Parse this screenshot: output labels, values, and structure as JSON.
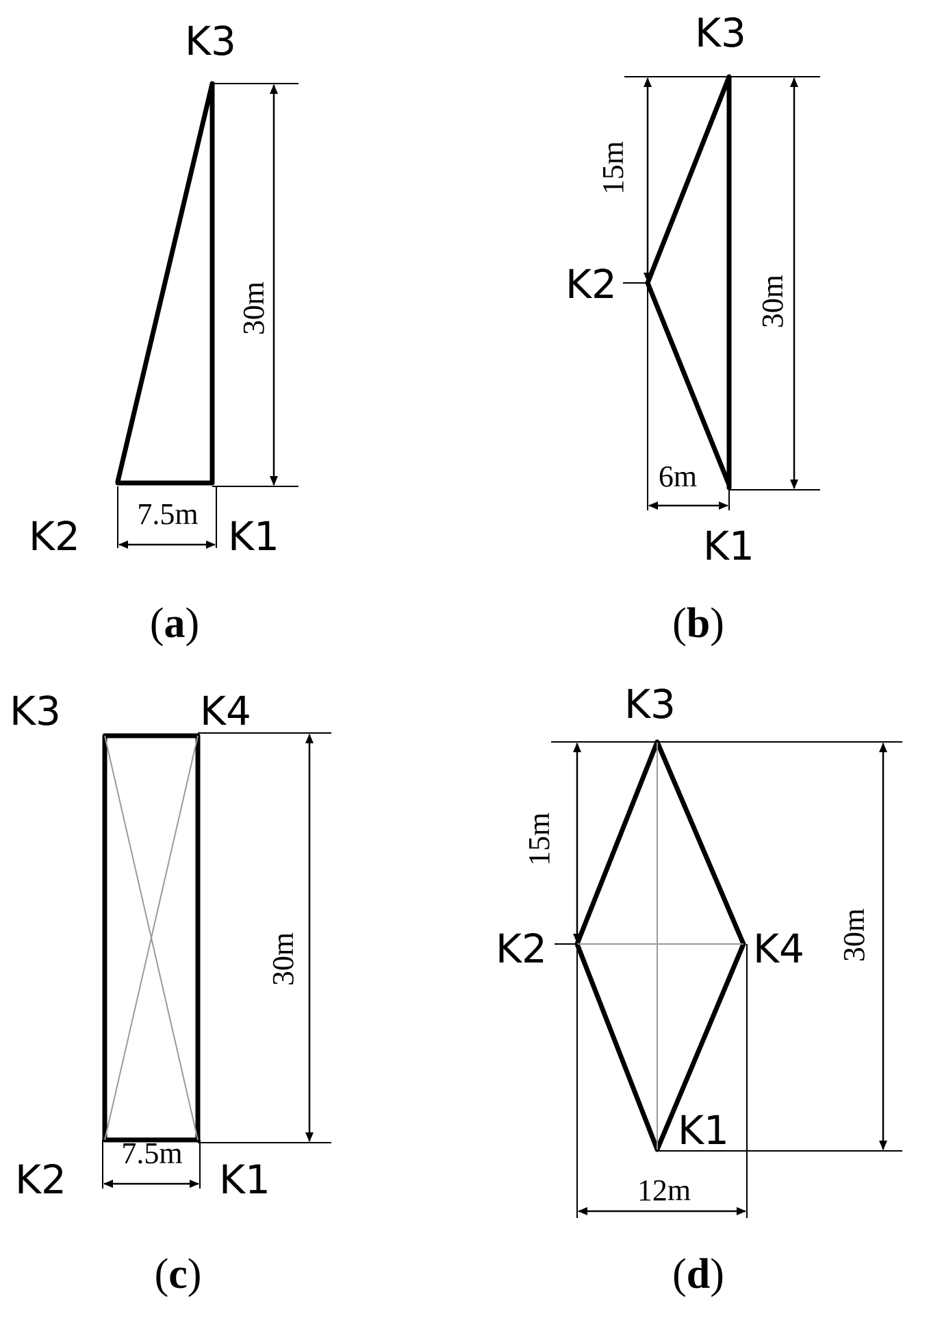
{
  "panels": {
    "a": {
      "caption_open": "(",
      "caption_letter": "a",
      "caption_close": ")",
      "nodes": {
        "K1": "K1",
        "K2": "K2",
        "K3": "K3"
      },
      "height_label": "30m",
      "width_label": "7.5m"
    },
    "b": {
      "caption_open": "(",
      "caption_letter": "b",
      "caption_close": ")",
      "nodes": {
        "K1": "K1",
        "K2": "K2",
        "K3": "K3"
      },
      "height_label": "30m",
      "half_height_label": "15m",
      "width_label": "6m"
    },
    "c": {
      "caption_open": "(",
      "caption_letter": "c",
      "caption_close": ")",
      "nodes": {
        "K1": "K1",
        "K2": "K2",
        "K3": "K3",
        "K4": "K4"
      },
      "height_label": "30m",
      "width_label": "7.5m"
    },
    "d": {
      "caption_open": "(",
      "caption_letter": "d",
      "caption_close": ")",
      "nodes": {
        "K1": "K1",
        "K2": "K2",
        "K3": "K3",
        "K4": "K4"
      },
      "height_label": "30m",
      "half_height_label": "15m",
      "width_label": "12m"
    }
  }
}
